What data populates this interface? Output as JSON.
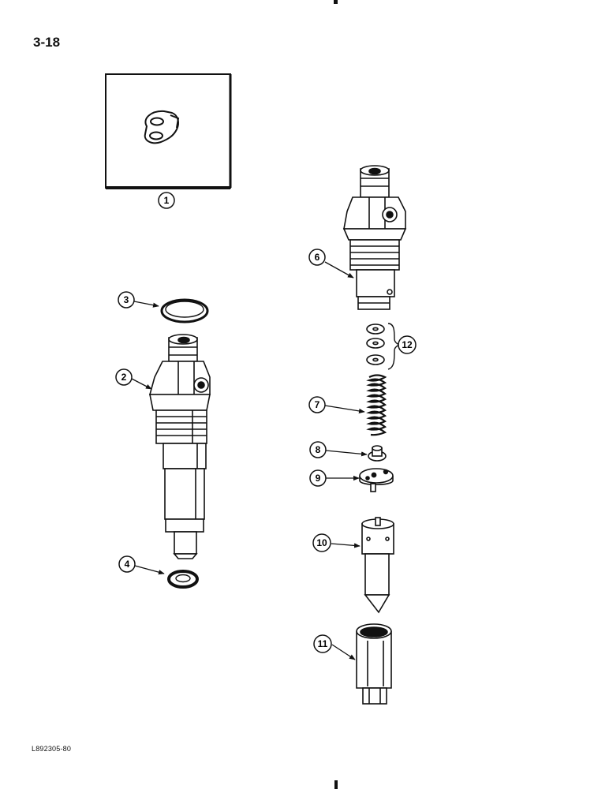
{
  "page": {
    "number": "3-18",
    "figure_code": "L892305-80"
  },
  "callouts": [
    {
      "id": "1",
      "label": "1"
    },
    {
      "id": "2",
      "label": "2"
    },
    {
      "id": "3",
      "label": "3"
    },
    {
      "id": "4",
      "label": "4"
    },
    {
      "id": "6",
      "label": "6"
    },
    {
      "id": "7",
      "label": "7"
    },
    {
      "id": "8",
      "label": "8"
    },
    {
      "id": "9",
      "label": "9"
    },
    {
      "id": "10",
      "label": "10"
    },
    {
      "id": "11",
      "label": "11"
    },
    {
      "id": "12",
      "label": "12"
    }
  ]
}
